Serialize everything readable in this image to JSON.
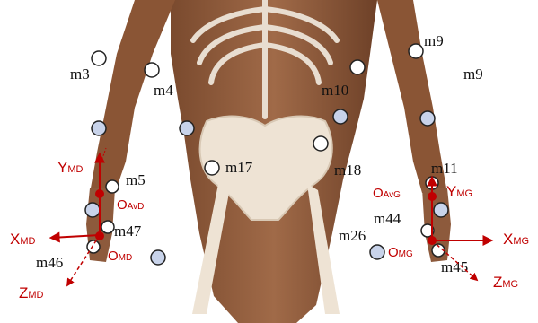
{
  "labels": {
    "m3": "m3",
    "m4": "m4",
    "m5": "m5",
    "m17": "m17",
    "m47": "m47",
    "m46": "m46",
    "m9a": "m9",
    "m9b": "m9",
    "m10": "m10",
    "m18": "m18",
    "m11": "m11",
    "m44": "m44",
    "m26": "m26",
    "m45": "m45"
  },
  "axes": {
    "x_letter": "X",
    "y_letter": "Y",
    "z_letter": "Z",
    "o_letter": "O",
    "md": "MD",
    "mg": "MG",
    "avd": "AvD",
    "avg": "AvG"
  },
  "colors": {
    "axis_red": "#c00000",
    "marker_blue": "#c8d3ea",
    "marker_white": "#ffffff",
    "skin": "#8a5535",
    "bone": "#eee3d4"
  }
}
